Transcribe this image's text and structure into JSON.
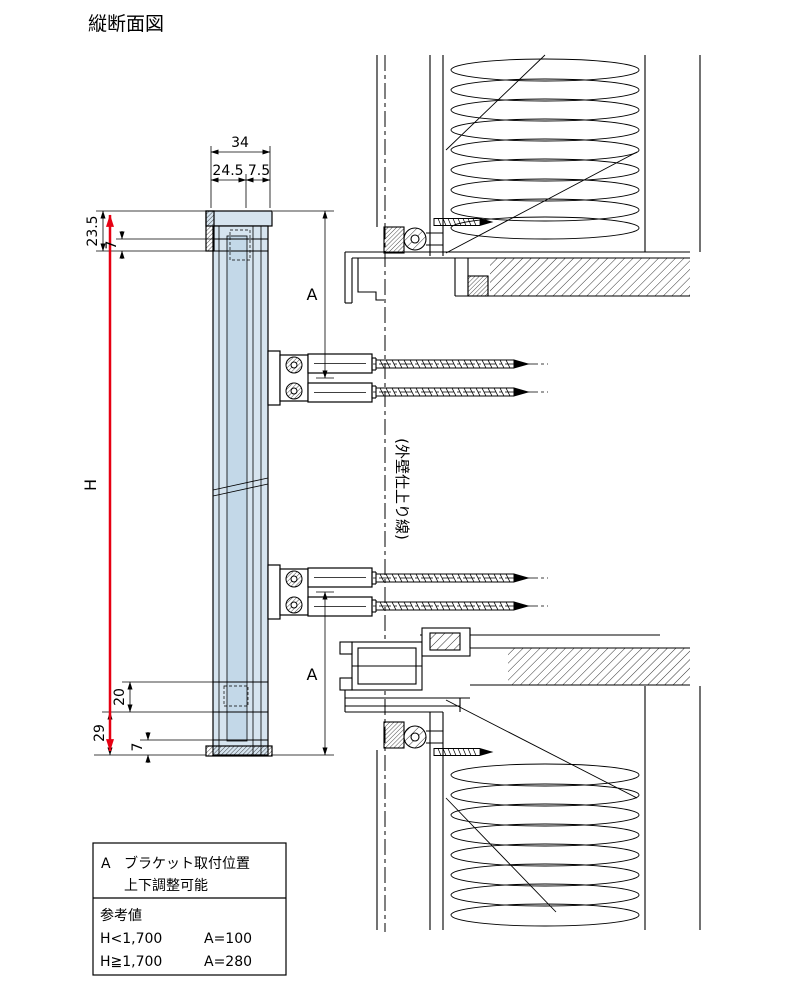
{
  "title": "縦断面図",
  "colors": {
    "dimension_red": "#e60012",
    "rail_fill": "#d6e4ef",
    "rail_inner_fill": "#c3d8e8",
    "line": "#000000"
  },
  "dimensions": {
    "top_total": "34",
    "top_left": "24.5",
    "top_right": "7.5",
    "left_cap": "23.5",
    "left_cap_inner": "7",
    "height": "H",
    "bracket_top": "A",
    "bracket_bottom": "A",
    "bottom_inner": "20",
    "bottom_cap": "29",
    "bottom_small": "7"
  },
  "labels": {
    "wall_finish_line": "(外壁仕上り線)"
  },
  "note_table": {
    "key": "A",
    "desc_line1": "ブラケット取付位置",
    "desc_line2": "上下調整可能",
    "reference_title": "参考値",
    "rows": [
      {
        "condition": "H<1,700",
        "value": "A=100"
      },
      {
        "condition": "H≧1,700",
        "value": "A=280"
      }
    ]
  }
}
